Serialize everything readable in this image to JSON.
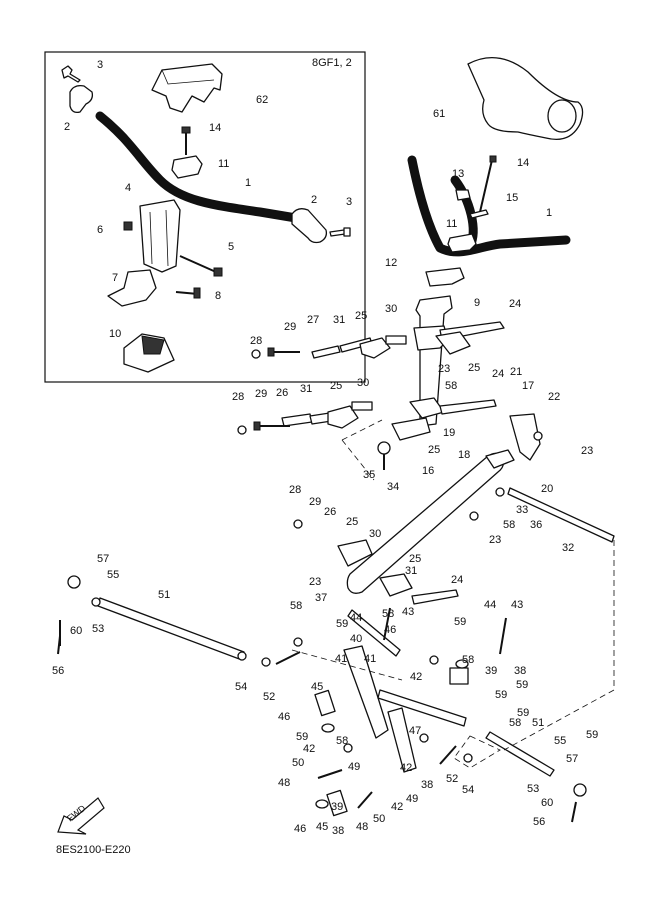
{
  "diagram": {
    "inset_label": "8GF1, 2",
    "footer_code": "8ES2100-E220",
    "fwd_label": "FWD",
    "callouts": [
      {
        "id": "c3a",
        "text": "3"
      },
      {
        "id": "c2a",
        "text": "2"
      },
      {
        "id": "c62",
        "text": "62"
      },
      {
        "id": "c14a",
        "text": "14"
      },
      {
        "id": "c11a",
        "text": "11"
      },
      {
        "id": "c1a",
        "text": "1"
      },
      {
        "id": "c4",
        "text": "4"
      },
      {
        "id": "c6",
        "text": "6"
      },
      {
        "id": "c2b",
        "text": "2"
      },
      {
        "id": "c3b",
        "text": "3"
      },
      {
        "id": "c5",
        "text": "5"
      },
      {
        "id": "c7",
        "text": "7"
      },
      {
        "id": "c8",
        "text": "8"
      },
      {
        "id": "c10",
        "text": "10"
      },
      {
        "id": "c61",
        "text": "61"
      },
      {
        "id": "c14b",
        "text": "14"
      },
      {
        "id": "c13",
        "text": "13"
      },
      {
        "id": "c15",
        "text": "15"
      },
      {
        "id": "c1b",
        "text": "1"
      },
      {
        "id": "c11b",
        "text": "11"
      },
      {
        "id": "c12",
        "text": "12"
      },
      {
        "id": "c9",
        "text": "9"
      },
      {
        "id": "c24a",
        "text": "24"
      },
      {
        "id": "c30a",
        "text": "30"
      },
      {
        "id": "c25a",
        "text": "25"
      },
      {
        "id": "c31a",
        "text": "31"
      },
      {
        "id": "c27",
        "text": "27"
      },
      {
        "id": "c29a",
        "text": "29"
      },
      {
        "id": "c28a",
        "text": "28"
      },
      {
        "id": "c25b",
        "text": "25"
      },
      {
        "id": "c23a",
        "text": "23"
      },
      {
        "id": "c58a",
        "text": "58"
      },
      {
        "id": "c24b",
        "text": "24"
      },
      {
        "id": "c21",
        "text": "21"
      },
      {
        "id": "c17",
        "text": "17"
      },
      {
        "id": "c22",
        "text": "22"
      },
      {
        "id": "c28b",
        "text": "28"
      },
      {
        "id": "c29b",
        "text": "29"
      },
      {
        "id": "c26a",
        "text": "26"
      },
      {
        "id": "c31b",
        "text": "31"
      },
      {
        "id": "c25c",
        "text": "25"
      },
      {
        "id": "c30b",
        "text": "30"
      },
      {
        "id": "c25d",
        "text": "25"
      },
      {
        "id": "c19",
        "text": "19"
      },
      {
        "id": "c23b",
        "text": "23"
      },
      {
        "id": "c35",
        "text": "35"
      },
      {
        "id": "c34",
        "text": "34"
      },
      {
        "id": "c16",
        "text": "16"
      },
      {
        "id": "c18",
        "text": "18"
      },
      {
        "id": "c20",
        "text": "20"
      },
      {
        "id": "c33",
        "text": "33"
      },
      {
        "id": "c36",
        "text": "36"
      },
      {
        "id": "c58b",
        "text": "58"
      },
      {
        "id": "c23c",
        "text": "23"
      },
      {
        "id": "c32",
        "text": "32"
      },
      {
        "id": "c28c",
        "text": "28"
      },
      {
        "id": "c29c",
        "text": "29"
      },
      {
        "id": "c26b",
        "text": "26"
      },
      {
        "id": "c25e",
        "text": "25"
      },
      {
        "id": "c30c",
        "text": "30"
      },
      {
        "id": "c25f",
        "text": "25"
      },
      {
        "id": "c31c",
        "text": "31"
      },
      {
        "id": "c24c",
        "text": "24"
      },
      {
        "id": "c23d",
        "text": "23"
      },
      {
        "id": "c37",
        "text": "37"
      },
      {
        "id": "c58c",
        "text": "58"
      },
      {
        "id": "c44a",
        "text": "44"
      },
      {
        "id": "c43a",
        "text": "43"
      },
      {
        "id": "c59a",
        "text": "59"
      },
      {
        "id": "c58d",
        "text": "58"
      },
      {
        "id": "c59b",
        "text": "59"
      },
      {
        "id": "c46a",
        "text": "46"
      },
      {
        "id": "c44b",
        "text": "44"
      },
      {
        "id": "c43b",
        "text": "43"
      },
      {
        "id": "c40",
        "text": "40"
      },
      {
        "id": "c41a",
        "text": "41"
      },
      {
        "id": "c41b",
        "text": "41"
      },
      {
        "id": "c42a",
        "text": "42"
      },
      {
        "id": "c39a",
        "text": "39"
      },
      {
        "id": "c38a",
        "text": "38"
      },
      {
        "id": "c59c",
        "text": "59"
      },
      {
        "id": "c59d",
        "text": "59"
      },
      {
        "id": "c59e",
        "text": "59"
      },
      {
        "id": "c57a",
        "text": "57"
      },
      {
        "id": "c55a",
        "text": "55"
      },
      {
        "id": "c51a",
        "text": "51"
      },
      {
        "id": "c60a",
        "text": "60"
      },
      {
        "id": "c53a",
        "text": "53"
      },
      {
        "id": "c56a",
        "text": "56"
      },
      {
        "id": "c58e",
        "text": "58"
      },
      {
        "id": "c54a",
        "text": "54"
      },
      {
        "id": "c52a",
        "text": "52"
      },
      {
        "id": "c45a",
        "text": "45"
      },
      {
        "id": "c46b",
        "text": "46"
      },
      {
        "id": "c59f",
        "text": "59"
      },
      {
        "id": "c58f",
        "text": "58"
      },
      {
        "id": "c42b",
        "text": "42"
      },
      {
        "id": "c50a",
        "text": "50"
      },
      {
        "id": "c49a",
        "text": "49"
      },
      {
        "id": "c48a",
        "text": "48"
      },
      {
        "id": "c47",
        "text": "47"
      },
      {
        "id": "c58g",
        "text": "58"
      },
      {
        "id": "c51b",
        "text": "51"
      },
      {
        "id": "c42c",
        "text": "42"
      },
      {
        "id": "c38b",
        "text": "38"
      },
      {
        "id": "c49b",
        "text": "49"
      },
      {
        "id": "c52b",
        "text": "52"
      },
      {
        "id": "c54b",
        "text": "54"
      },
      {
        "id": "c39b",
        "text": "39"
      },
      {
        "id": "c48b",
        "text": "48"
      },
      {
        "id": "c50b",
        "text": "50"
      },
      {
        "id": "c42d",
        "text": "42"
      },
      {
        "id": "c46c",
        "text": "46"
      },
      {
        "id": "c45b",
        "text": "45"
      },
      {
        "id": "c38c",
        "text": "38"
      },
      {
        "id": "c55b",
        "text": "55"
      },
      {
        "id": "c59g",
        "text": "59"
      },
      {
        "id": "c57b",
        "text": "57"
      },
      {
        "id": "c53b",
        "text": "53"
      },
      {
        "id": "c60b",
        "text": "60"
      },
      {
        "id": "c56b",
        "text": "56"
      }
    ]
  }
}
